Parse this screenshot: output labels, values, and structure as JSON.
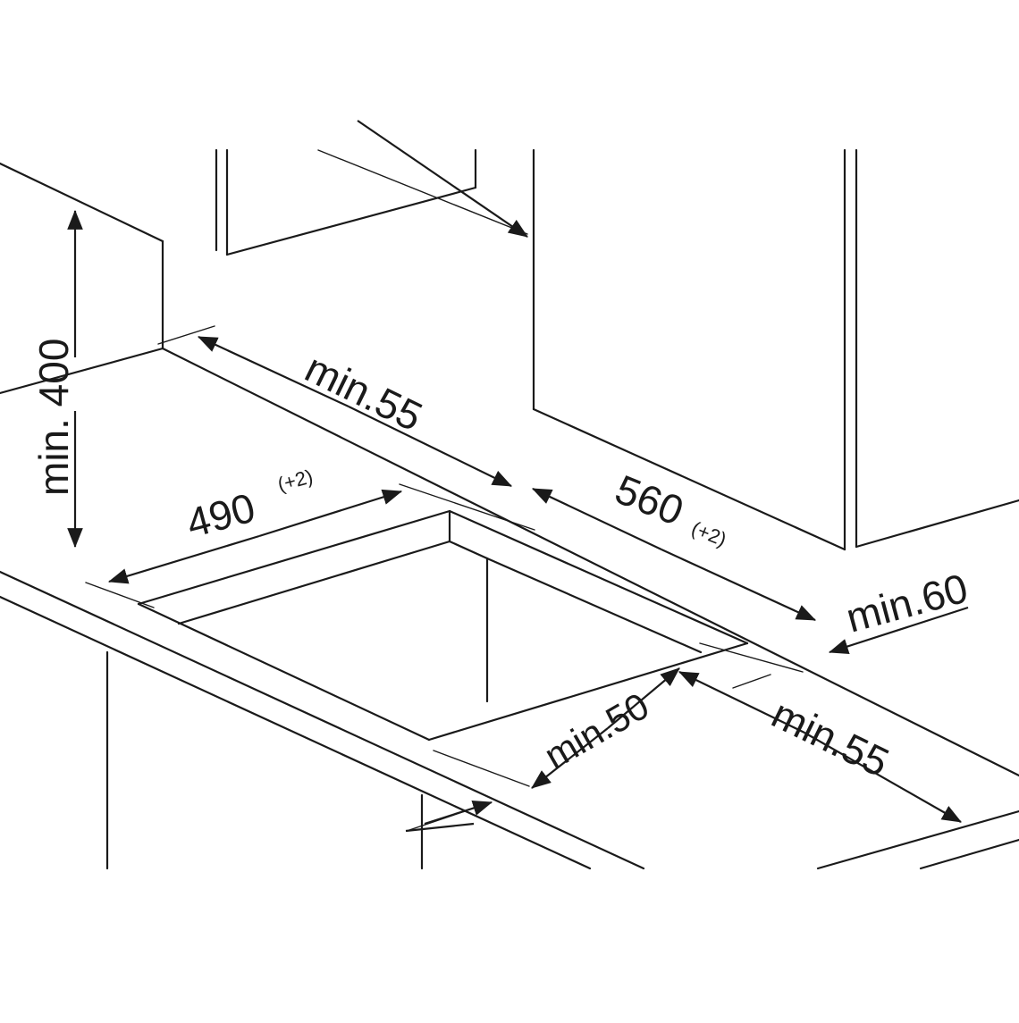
{
  "diagram": {
    "dimensions": {
      "height_above": "min. 400",
      "rear_clearance": "min.55",
      "cutout_depth": "490",
      "cutout_depth_tolerance": "(+2)",
      "cutout_width": "560",
      "cutout_width_tolerance": "(+2)",
      "side_clearance": "min.60",
      "front_clearance": "min.50",
      "side_cabinet_clearance": "min.55"
    }
  }
}
